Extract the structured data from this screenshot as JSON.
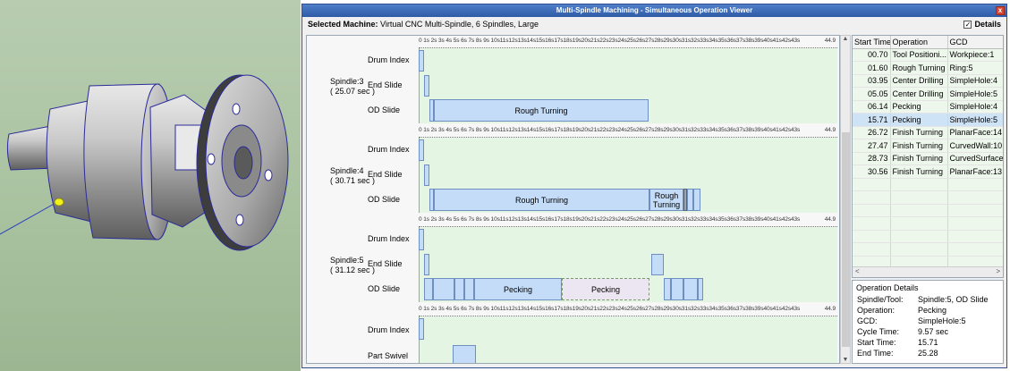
{
  "window": {
    "title": "Multi-Spindle Machining - Simultaneous Operation Viewer",
    "close_glyph": "x"
  },
  "machine": {
    "label": "Selected Machine:",
    "value": "Virtual CNC Multi-Spindle, 6 Spindles, Large"
  },
  "details_toggle": {
    "label": "Details",
    "checked_glyph": "✓"
  },
  "ruler_text": "0 1s 2s 3s 4s 5s 6s 7s 8s 9s 10s11s12s13s14s15s16s17s18s19s20s21s22s23s24s25s26s27s28s29s30s31s32s33s34s35s36s37s38s39s40s41s42s43s",
  "ruler_end": "44.9",
  "spindles": [
    {
      "name": "Spindle:3",
      "time": "( 25.07 sec )",
      "slides": [
        "Drum Index",
        "End Slide",
        "OD Slide"
      ],
      "bars": [
        {
          "label": "Rough Turning"
        }
      ]
    },
    {
      "name": "Spindle:4",
      "time": "( 30.71 sec )",
      "slides": [
        "Drum Index",
        "End Slide",
        "OD Slide"
      ],
      "bars": [
        {
          "label": "Rough Turning"
        },
        {
          "label": "Rough Turning"
        }
      ]
    },
    {
      "name": "Spindle:5",
      "time": "( 31.12 sec )",
      "slides": [
        "Drum Index",
        "End Slide",
        "OD Slide"
      ],
      "bars": [
        {
          "label": "Pecking"
        },
        {
          "label": "Pecking"
        }
      ]
    },
    {
      "name": "",
      "time": "",
      "slides": [
        "Drum Index",
        "Part Swivel"
      ],
      "bars": []
    }
  ],
  "ops_table": {
    "headers": [
      "Start Time",
      "Operation",
      "GCD"
    ],
    "rows": [
      [
        "00.70",
        "Tool Positioni...",
        "Workpiece:1"
      ],
      [
        "01.60",
        "Rough Turning",
        "Ring:5"
      ],
      [
        "03.95",
        "Center Drilling",
        "SimpleHole:4"
      ],
      [
        "05.05",
        "Center Drilling",
        "SimpleHole:5"
      ],
      [
        "06.14",
        "Pecking",
        "SimpleHole:4"
      ],
      [
        "15.71",
        "Pecking",
        "SimpleHole:5"
      ],
      [
        "26.72",
        "Finish Turning",
        "PlanarFace:14"
      ],
      [
        "27.47",
        "Finish Turning",
        "CurvedWall:10"
      ],
      [
        "28.73",
        "Finish Turning",
        "CurvedSurface"
      ],
      [
        "30.56",
        "Finish Turning",
        "PlanarFace:13"
      ]
    ],
    "selected_index": 5
  },
  "op_details": {
    "legend": "Operation Details",
    "fields": [
      {
        "key": "Spindle/Tool:",
        "value": "Spindle:5, OD Slide"
      },
      {
        "key": "Operation:",
        "value": "Pecking"
      },
      {
        "key": "GCD:",
        "value": "SimpleHole:5"
      },
      {
        "key": "Cycle Time:",
        "value": "9.57 sec"
      },
      {
        "key": "Start Time:",
        "value": "15.71"
      },
      {
        "key": "End Time:",
        "value": "25.28"
      }
    ]
  },
  "colors": {
    "title_bar": "#2e5aa6",
    "track_bg": "#e5f5e4",
    "bar_fill": "#c4dcf7",
    "selected_row": "#cfe3f7"
  }
}
